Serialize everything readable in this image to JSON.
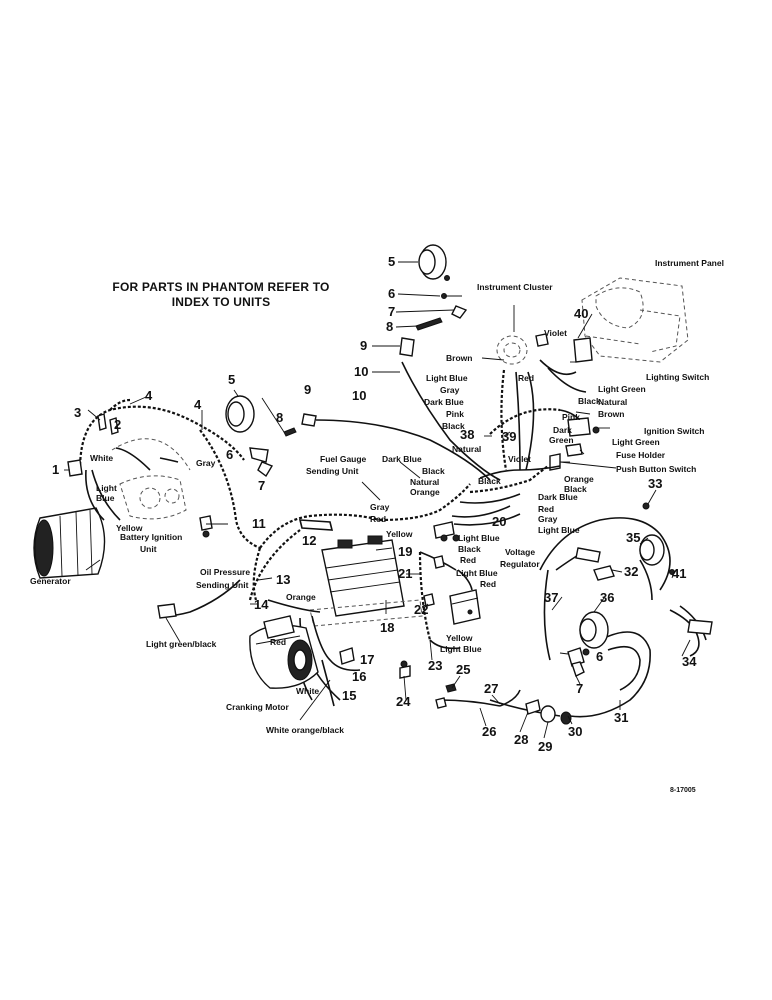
{
  "heading": {
    "line1": "FOR PARTS IN PHANTOM REFER TO",
    "line2": "INDEX TO UNITS"
  },
  "drawing_code": "8-17005",
  "labels": {
    "instrument_panel": "Instrument Panel",
    "instrument_cluster": "Instrument Cluster",
    "lighting_switch": "Lighting Switch",
    "ignition_switch": "Ignition Switch",
    "fuse_holder": "Fuse Holder",
    "push_button_switch": "Push Button Switch",
    "fuel_gauge_1": "Fuel Gauge",
    "fuel_gauge_2": "Sending Unit",
    "battery_ignition_1": "Battery Ignition",
    "battery_ignition_2": "Unit",
    "oil_pressure_1": "Oil Pressure",
    "oil_pressure_2": "Sending Unit",
    "generator": "Generator",
    "voltage_regulator_1": "Voltage",
    "voltage_regulator_2": "Regulator",
    "cranking_motor": "Cranking Motor"
  },
  "wires": {
    "violet_top": "Violet",
    "brown_top": "Brown",
    "light_blue_top": "Light Blue",
    "gray_top": "Gray",
    "dark_blue_top": "Dark Blue",
    "pink_top": "Pink",
    "black_top": "Black",
    "red_top": "Red",
    "light_green_r": "Light Green",
    "natural_r": "Natural",
    "black_r": "Black",
    "brown_r": "Brown",
    "pink_r": "Pink",
    "dark_green_1": "Dark",
    "dark_green_2": "Green",
    "light_green_r2": "Light Green",
    "natural_mid": "Natural",
    "violet_mid": "Violet",
    "orange_mid": "Orange",
    "black_mid": "Black",
    "black_c": "Black",
    "dark_blue_c": "Dark Blue",
    "red_c": "Red",
    "gray_c": "Gray",
    "light_blue_c": "Light Blue",
    "dark_blue_fg": "Dark Blue",
    "black_fg": "Black",
    "natural_fg": "Natural",
    "orange_fg": "Orange",
    "gray_fg": "Gray",
    "red_fg": "Red",
    "yellow_fg": "Yellow",
    "light_blue_b1": "Light Blue",
    "black_b1": "Black",
    "red_b1": "Red",
    "light_blue_b2": "Light Blue",
    "red_b2": "Red",
    "yellow_vr": "Yellow",
    "light_blue_vr": "Light Blue",
    "white_l": "White",
    "gray_l": "Gray",
    "light_blue_l1": "Light",
    "light_blue_l2": "Blue",
    "yellow_l": "Yellow",
    "orange_b": "Orange",
    "red_b": "Red",
    "white_b": "White",
    "light_green_black": "Light green/black",
    "white_orange_black": "White orange/black"
  },
  "callouts": [
    "1",
    "2",
    "3",
    "4",
    "5",
    "6",
    "7",
    "8",
    "9",
    "10",
    "11",
    "12",
    "13",
    "14",
    "15",
    "16",
    "17",
    "18",
    "19",
    "20",
    "21",
    "22",
    "23",
    "24",
    "25",
    "26",
    "27",
    "28",
    "29",
    "30",
    "31",
    "32",
    "33",
    "34",
    "35",
    "36",
    "37",
    "38",
    "39",
    "40",
    "41"
  ],
  "callouts_dup": {
    "c4b": "4",
    "c5b": "5",
    "c6b": "6",
    "c7b": "7",
    "c8b": "8",
    "c9b": "9",
    "c10b": "10",
    "c6c": "6",
    "c7c": "7"
  }
}
